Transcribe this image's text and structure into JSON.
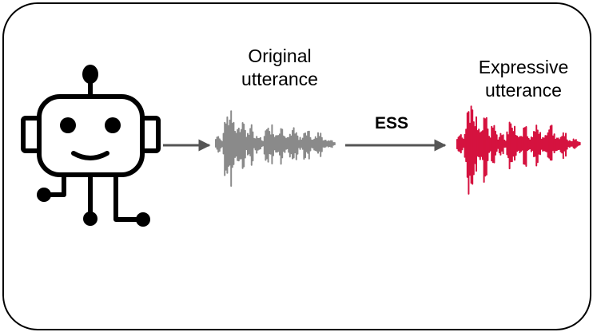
{
  "diagram": {
    "original_label_line1": "Original",
    "original_label_line2": "utterance",
    "expressive_label_line1": "Expressive",
    "expressive_label_line2": "utterance",
    "arrow_label": "ESS"
  },
  "colors": {
    "outline": "#000000",
    "original_wave": "#8a8a8a",
    "expressive_wave": "#d5123f",
    "arrow": "#555555"
  },
  "icons": {
    "robot": "robot-icon",
    "original_waveform": "waveform-icon",
    "expressive_waveform": "waveform-icon"
  }
}
